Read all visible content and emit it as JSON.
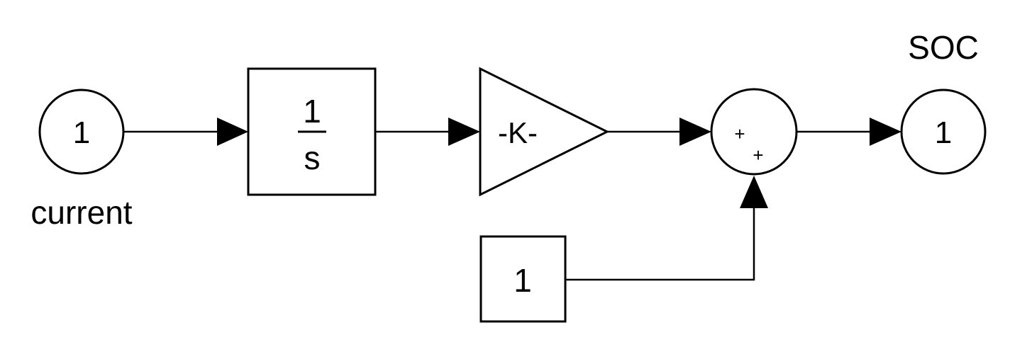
{
  "inport": {
    "number": "1",
    "label": "current"
  },
  "integrator": {
    "numerator": "1",
    "denominator": "s"
  },
  "gain": {
    "label": "-K-"
  },
  "sum": {
    "signs": [
      "+",
      "+"
    ]
  },
  "constant": {
    "value": "1"
  },
  "outport": {
    "number": "1",
    "label": "SOC"
  }
}
